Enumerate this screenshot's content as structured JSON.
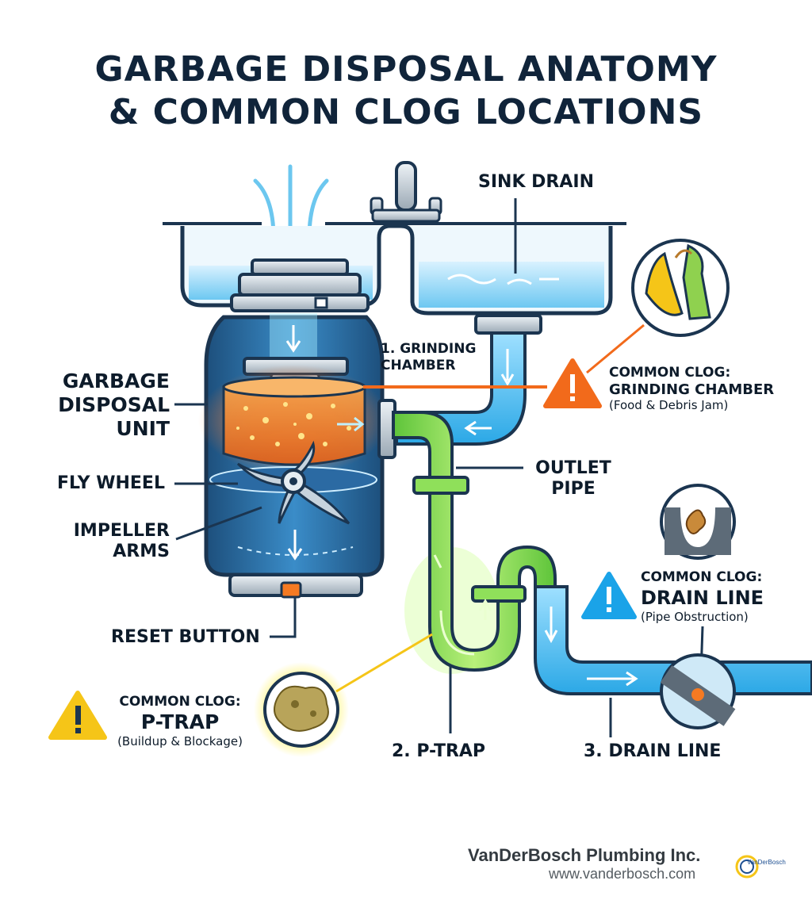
{
  "title": {
    "line1": "GARBAGE DISPOSAL ANATOMY",
    "line2": "& COMMON CLOG LOCATIONS"
  },
  "labels": {
    "sink_drain": "SINK DRAIN",
    "grinding_chamber": "1. GRINDING\nCHAMBER",
    "garbage_disposal_unit": "GARBAGE\nDISPOSAL\nUNIT",
    "fly_wheel": "FLY WHEEL",
    "impeller_arms": "IMPELLER\nARMS",
    "reset_button": "RESET BUTTON",
    "outlet_pipe": "OUTLET\nPIPE",
    "p_trap": "2. P-TRAP",
    "drain_line": "3. DRAIN LINE"
  },
  "clogs": {
    "grinding": {
      "line1": "COMMON CLOG:",
      "line2": "GRINDING CHAMBER",
      "detail": "(Food & Debris Jam)",
      "color": "#f26a1b"
    },
    "drain": {
      "line1": "COMMON CLOG:",
      "line2": "DRAIN LINE",
      "detail": "(Pipe Obstruction)",
      "color": "#1aa3e8"
    },
    "ptrap": {
      "line1": "COMMON CLOG:",
      "line2": "P-TRAP",
      "detail": "(Buildup & Blockage)",
      "color": "#f5c518"
    }
  },
  "warning_glyph": "!",
  "icons": [
    "alert-triangle-icon",
    "food-scraps-icon",
    "pipe-clog-icon",
    "sludge-icon",
    "logo-icon"
  ],
  "brand": {
    "name": "VanDerBosch Plumbing Inc.",
    "url": "www.vanderbosch.com",
    "logo_text": "VanDerBosch"
  }
}
